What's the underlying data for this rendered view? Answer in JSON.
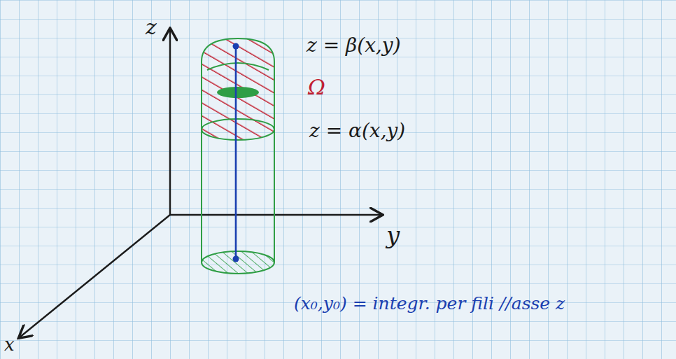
{
  "diagram": {
    "labels": [
      "z",
      "z = β(x,y)",
      "Ω",
      "z = α(x,y)",
      "y",
      "(x₀,y₀) = integr. per fili //asse z",
      "x"
    ]
  }
}
